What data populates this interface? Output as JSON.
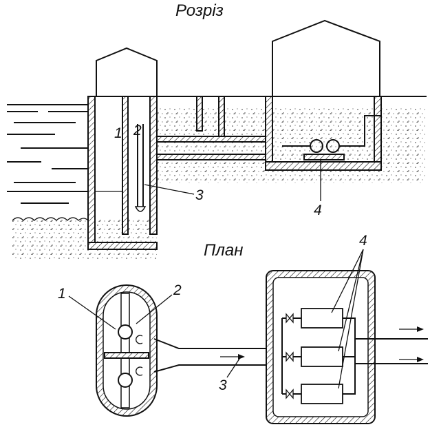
{
  "section_title": "Розріз",
  "plan_title": "План",
  "labels": {
    "intake_1": "1",
    "intake_2": "2",
    "pipe_3": "3",
    "pump_4": "4",
    "plan_1": "1",
    "plan_2": "2",
    "plan_3": "3",
    "plan_4": "4"
  }
}
